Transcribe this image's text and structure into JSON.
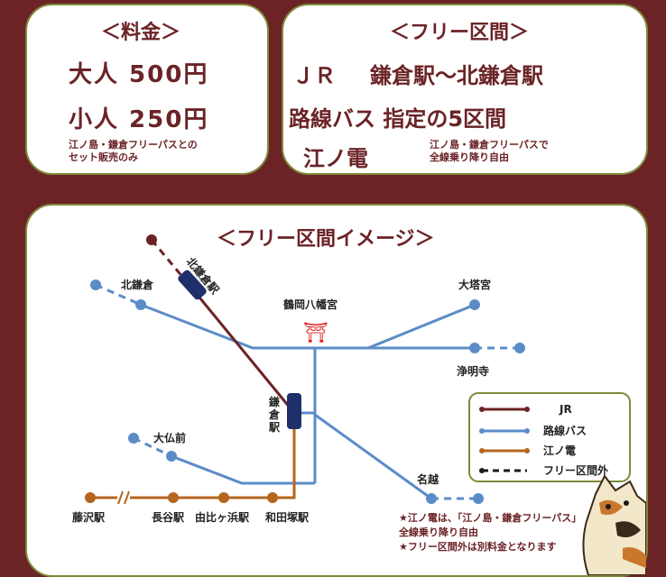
{
  "fare": {
    "title": "＜料金＞",
    "adult": "大人 500円",
    "child": "小人 250円",
    "note_line1": "江ノ島・鎌倉フリーパスとの",
    "note_line2": "セット販売のみ"
  },
  "free_section": {
    "title": "＜フリー区間＞",
    "jr_label": "ＪＲ",
    "jr_range": "鎌倉駅～北鎌倉駅",
    "bus": "路線バス 指定の5区間",
    "enoden": "江ノ電",
    "enoden_note_line1": "江ノ島・鎌倉フリーパスで",
    "enoden_note_line2": "全線乗り降り自由"
  },
  "map": {
    "title": "＜フリー区間イメージ＞",
    "places": {
      "kitakamakura_station": "北鎌倉駅",
      "kitakamakura": "北鎌倉",
      "tsurugaoka": "鶴岡八幡宮",
      "daitonomiya": "大塔宮",
      "jomyoji": "浄明寺",
      "kamakura_station": "鎌倉駅",
      "daibutsumae": "大仏前",
      "nagoe": "名越",
      "fujisawa": "藤沢駅",
      "hase": "長谷駅",
      "yuigahama": "由比ヶ浜駅",
      "wadazuka": "和田塚駅"
    },
    "torii_symbol": "⛩",
    "legend": {
      "jr": "JR",
      "bus": "路線バス",
      "enoden": "江ノ電",
      "outside": "フリー区間外"
    },
    "notes": {
      "line1": "★江ノ電は、「江ノ島・鎌倉フリーパス」",
      "line2": "全線乗り降り自由",
      "line3": "★フリー区間外は別料金となります"
    }
  },
  "colors": {
    "jr": "#6b2326",
    "bus": "#5b8cc8",
    "enoden": "#b5651d",
    "outside": "#1a1a1a",
    "panel_border": "#7f8a3a",
    "background": "#6b2326",
    "torii": "#e02020"
  }
}
